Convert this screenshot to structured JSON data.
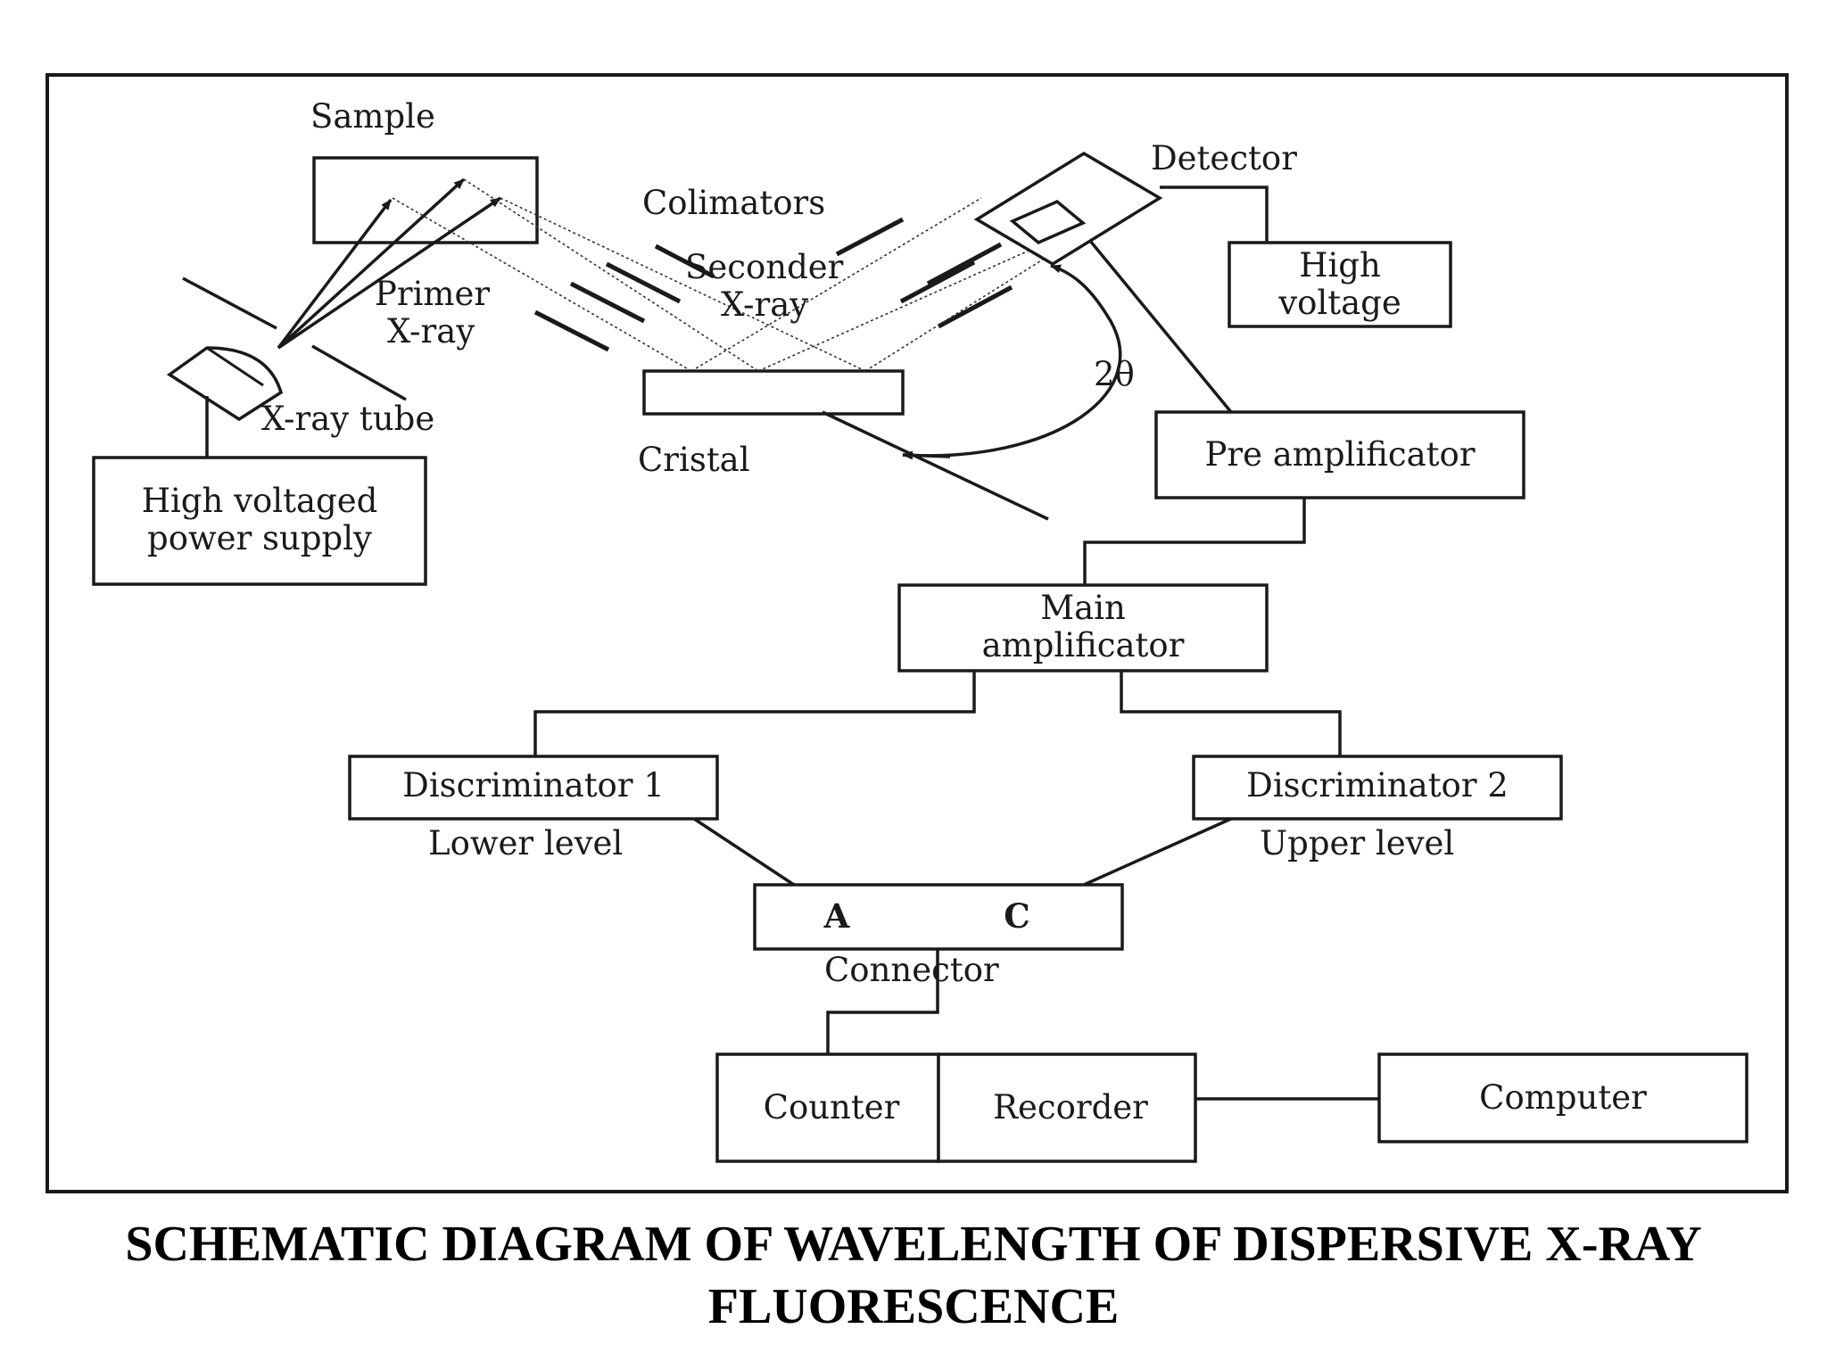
{
  "labels": {
    "sample": "Sample",
    "detector": "Detector",
    "colimators": "Colimators",
    "seconder_line1": "Seconder",
    "seconder_line2": "X-ray",
    "primer_line1": "Primer",
    "primer_line2": "X-ray",
    "xray_tube": "X-ray tube",
    "cristal": "Cristal",
    "two_theta": "2θ",
    "lower_level": "Lower level",
    "upper_level": "Upper level",
    "connector": "Connector"
  },
  "boxes": {
    "high_voltage_line1": "High",
    "high_voltage_line2": "voltage",
    "power_supply_line1": "High voltaged",
    "power_supply_line2": "power supply",
    "pre_amplificator": "Pre amplificator",
    "main_amp_line1": "Main",
    "main_amp_line2": "amplificator",
    "discriminator1": "Discriminator 1",
    "discriminator2": "Discriminator 2",
    "connector_a": "A",
    "connector_c": "C",
    "counter": "Counter",
    "recorder": "Recorder",
    "computer": "Computer"
  },
  "caption": {
    "line1": "SCHEMATIC DIAGRAM OF WAVELENGTH OF DISPERSIVE X-RAY",
    "line2": "FLUORESCENCE"
  }
}
